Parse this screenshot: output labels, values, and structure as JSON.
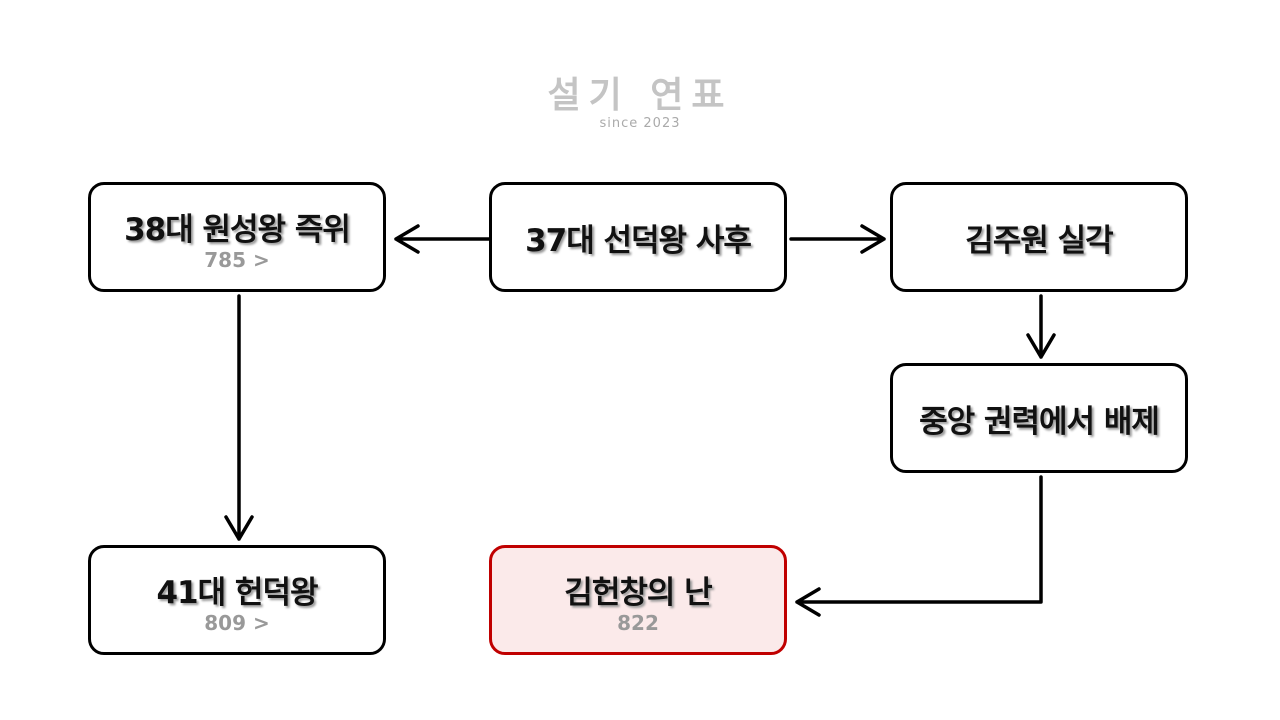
{
  "logo": {
    "title": "설기 연표",
    "subtitle": "since 2023"
  },
  "nodes": {
    "n38": {
      "label": "38대 원성왕 즉위",
      "year": "785 >"
    },
    "n37": {
      "label": "37대 선덕왕 사후"
    },
    "kjw": {
      "label": "김주원 실각"
    },
    "excl": {
      "label": "중앙 권력에서 배제"
    },
    "n41": {
      "label": "41대 헌덕왕",
      "year": "809 >"
    },
    "khc": {
      "label": "김헌창의 난",
      "year": "822"
    }
  },
  "colors": {
    "highlight_border": "#c00000",
    "highlight_fill": "#fbeaea"
  }
}
